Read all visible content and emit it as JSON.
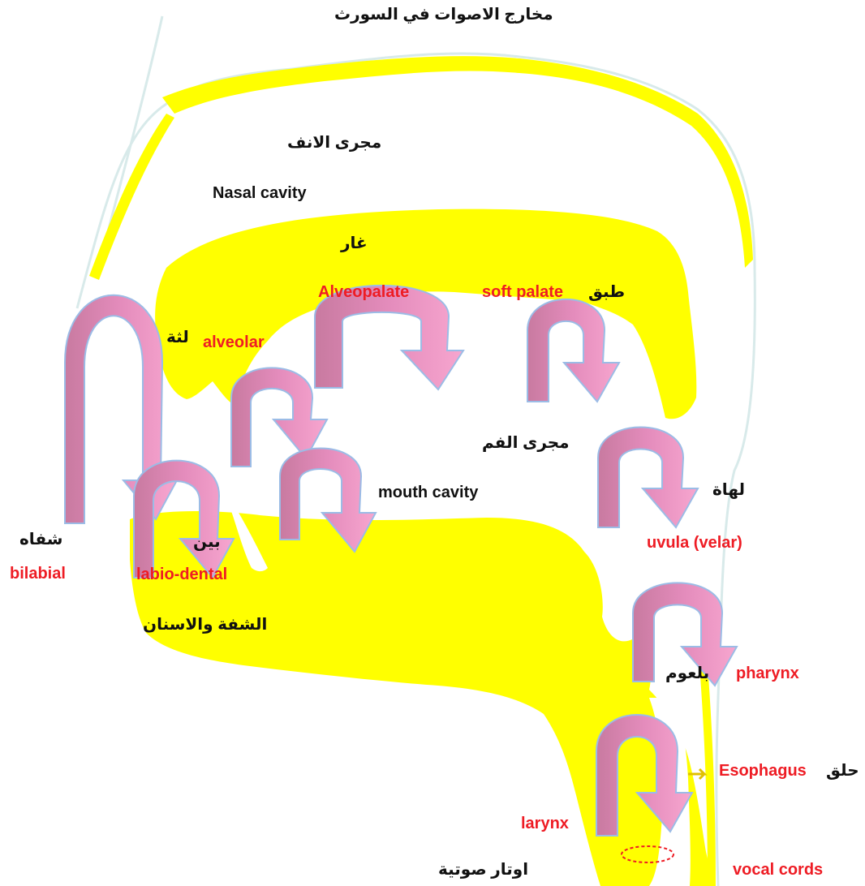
{
  "title": "مخارج الاصوات في السورث",
  "colors": {
    "tissue": "#ffff00",
    "outline": "#d8eaea",
    "arrow_dark": "#c87aa0",
    "arrow_light": "#f7a6cf",
    "arrow_edge": "#9bbce6",
    "red_label": "#ee1c24",
    "black_label": "#111111"
  },
  "labels": {
    "nasal_ar": "مجرى الانف",
    "nasal_en": "Nasal cavity",
    "hard_palate_ar": "غار",
    "alveopalate_en": "Alveopalate",
    "soft_palate_en": "soft palate",
    "soft_palate_ar": "طبق",
    "alveolar_ar": "لثة",
    "alveolar_en": "alveolar",
    "mouth_ar": "مجرى الفم",
    "mouth_en": "mouth cavity",
    "uvula_ar": "لهاة",
    "uvula_en": "uvula (velar)",
    "lips_ar": "شفاه",
    "bilabial_en": "bilabial",
    "between_ar": "بين",
    "labiodental_en": "labio-dental",
    "lip_teeth_ar": "الشفة والاسنان",
    "pharynx_ar": "بلعوم",
    "pharynx_en": "pharynx",
    "esophagus_en": "Esophagus",
    "throat_ar": "حلق",
    "larynx_en": "larynx",
    "vocal_cords_ar": "اوتار صوتية",
    "vocal_cords_en": "vocal cords"
  }
}
